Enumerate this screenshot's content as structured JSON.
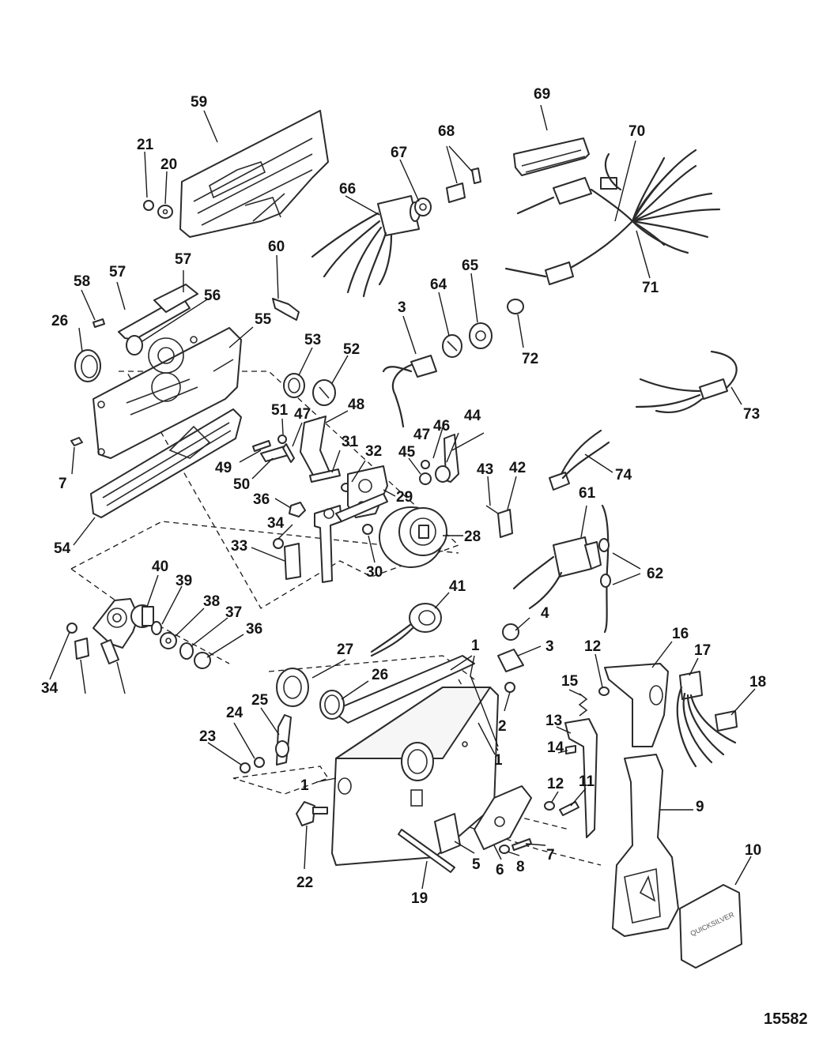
{
  "figure": {
    "reference_number": "15582",
    "logo_text": "QUICKSILVER",
    "colors": {
      "line": "#2b2b2b",
      "background": "#ffffff"
    }
  },
  "callouts": [
    {
      "id": "c1a",
      "text": "1"
    },
    {
      "id": "c1b",
      "text": "1"
    },
    {
      "id": "c1c",
      "text": "1"
    },
    {
      "id": "c2",
      "text": "2"
    },
    {
      "id": "c3a",
      "text": "3"
    },
    {
      "id": "c3b",
      "text": "3"
    },
    {
      "id": "c4",
      "text": "4"
    },
    {
      "id": "c5",
      "text": "5"
    },
    {
      "id": "c6",
      "text": "6"
    },
    {
      "id": "c7a",
      "text": "7"
    },
    {
      "id": "c7b",
      "text": "7"
    },
    {
      "id": "c8",
      "text": "8"
    },
    {
      "id": "c9",
      "text": "9"
    },
    {
      "id": "c10",
      "text": "10"
    },
    {
      "id": "c11",
      "text": "11"
    },
    {
      "id": "c12a",
      "text": "12"
    },
    {
      "id": "c12b",
      "text": "12"
    },
    {
      "id": "c13",
      "text": "13"
    },
    {
      "id": "c14",
      "text": "14"
    },
    {
      "id": "c15",
      "text": "15"
    },
    {
      "id": "c16",
      "text": "16"
    },
    {
      "id": "c17",
      "text": "17"
    },
    {
      "id": "c18",
      "text": "18"
    },
    {
      "id": "c19",
      "text": "19"
    },
    {
      "id": "c20",
      "text": "20"
    },
    {
      "id": "c21",
      "text": "21"
    },
    {
      "id": "c22",
      "text": "22"
    },
    {
      "id": "c23",
      "text": "23"
    },
    {
      "id": "c24",
      "text": "24"
    },
    {
      "id": "c25",
      "text": "25"
    },
    {
      "id": "c26a",
      "text": "26"
    },
    {
      "id": "c26b",
      "text": "26"
    },
    {
      "id": "c27",
      "text": "27"
    },
    {
      "id": "c28",
      "text": "28"
    },
    {
      "id": "c29",
      "text": "29"
    },
    {
      "id": "c30",
      "text": "30"
    },
    {
      "id": "c31",
      "text": "31"
    },
    {
      "id": "c32",
      "text": "32"
    },
    {
      "id": "c33",
      "text": "33"
    },
    {
      "id": "c34a",
      "text": "34"
    },
    {
      "id": "c34b",
      "text": "34"
    },
    {
      "id": "c36a",
      "text": "36"
    },
    {
      "id": "c36b",
      "text": "36"
    },
    {
      "id": "c37",
      "text": "37"
    },
    {
      "id": "c38",
      "text": "38"
    },
    {
      "id": "c39",
      "text": "39"
    },
    {
      "id": "c40",
      "text": "40"
    },
    {
      "id": "c41",
      "text": "41"
    },
    {
      "id": "c42",
      "text": "42"
    },
    {
      "id": "c43",
      "text": "43"
    },
    {
      "id": "c44",
      "text": "44"
    },
    {
      "id": "c45",
      "text": "45"
    },
    {
      "id": "c46",
      "text": "46"
    },
    {
      "id": "c47a",
      "text": "47"
    },
    {
      "id": "c47b",
      "text": "47"
    },
    {
      "id": "c48",
      "text": "48"
    },
    {
      "id": "c49",
      "text": "49"
    },
    {
      "id": "c50",
      "text": "50"
    },
    {
      "id": "c51",
      "text": "51"
    },
    {
      "id": "c52",
      "text": "52"
    },
    {
      "id": "c53",
      "text": "53"
    },
    {
      "id": "c54",
      "text": "54"
    },
    {
      "id": "c55",
      "text": "55"
    },
    {
      "id": "c56",
      "text": "56"
    },
    {
      "id": "c57a",
      "text": "57"
    },
    {
      "id": "c57b",
      "text": "57"
    },
    {
      "id": "c58",
      "text": "58"
    },
    {
      "id": "c59",
      "text": "59"
    },
    {
      "id": "c60",
      "text": "60"
    },
    {
      "id": "c61",
      "text": "61"
    },
    {
      "id": "c62",
      "text": "62"
    },
    {
      "id": "c64",
      "text": "64"
    },
    {
      "id": "c65",
      "text": "65"
    },
    {
      "id": "c66",
      "text": "66"
    },
    {
      "id": "c67",
      "text": "67"
    },
    {
      "id": "c68",
      "text": "68"
    },
    {
      "id": "c69",
      "text": "69"
    },
    {
      "id": "c70",
      "text": "70"
    },
    {
      "id": "c71",
      "text": "71"
    },
    {
      "id": "c72",
      "text": "72"
    },
    {
      "id": "c73",
      "text": "73"
    },
    {
      "id": "c74",
      "text": "74"
    }
  ]
}
